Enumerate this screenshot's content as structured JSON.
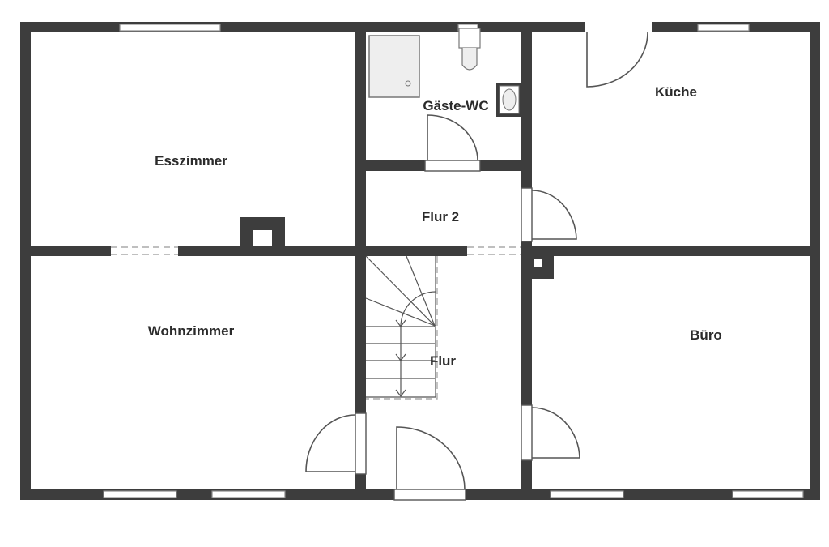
{
  "rooms": {
    "esszimmer": "Esszimmer",
    "kueche": "Küche",
    "gaeste_wc": "Gäste-WC",
    "flur2": "Flur 2",
    "wohnzimmer": "Wohnzimmer",
    "flur": "Flur",
    "buero": "Büro"
  },
  "colors": {
    "wall": "#3d3d3d",
    "background": "#ffffff"
  }
}
